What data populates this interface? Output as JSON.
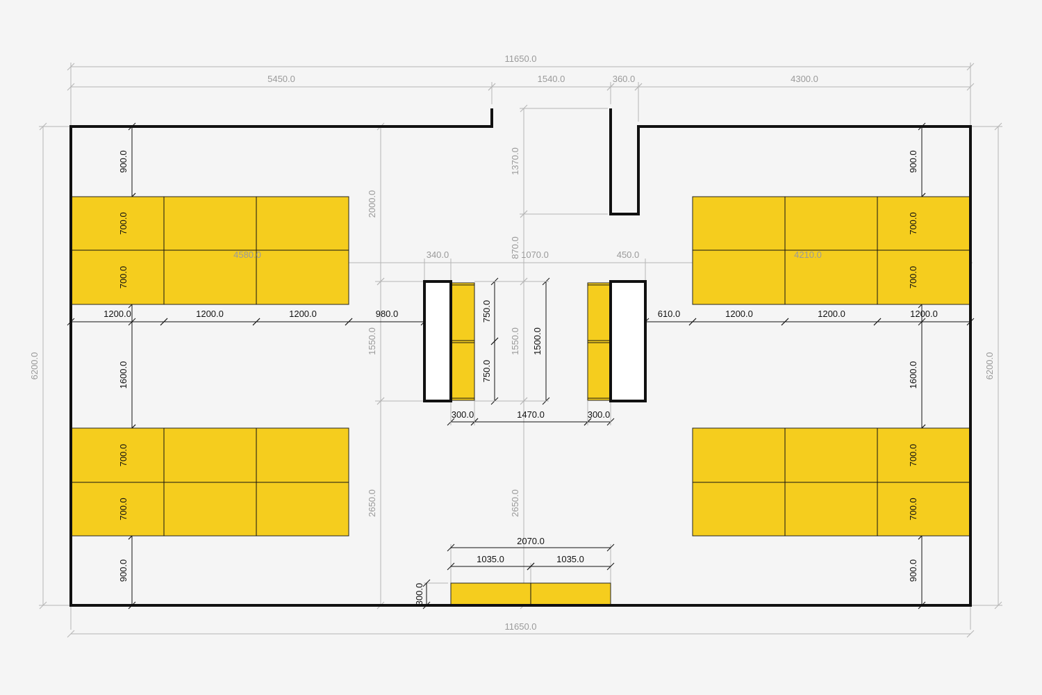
{
  "title": "Floor plan with dimensions",
  "colors": {
    "furniture": "#f5cd1e",
    "wall": "#111111",
    "dimension_gray": "#b5b5b5",
    "background": "#f5f5f5"
  },
  "dims": {
    "overall_width_top": "11650.0",
    "overall_width_bottom": "11650.0",
    "seg_left": "5450.0",
    "seg_door": "1540.0",
    "seg_pillar": "360.0",
    "seg_right": "4300.0",
    "height_left": "6200.0",
    "height_right": "6200.0",
    "mid_v1": "2000.0",
    "mid_v2": "1550.0",
    "mid_v3": "2650.0",
    "ctr_v1": "1370.0",
    "ctr_v2": "870.0",
    "ctr_v3": "1550.0",
    "ctr_v4": "2650.0",
    "row_left": "4580.0",
    "row_340": "340.0",
    "row_1070": "1070.0",
    "row_450": "450.0",
    "row_right": "4210.0",
    "l_900a": "900.0",
    "l_700a": "700.0",
    "l_700b": "700.0",
    "l_1600": "1600.0",
    "l_700c": "700.0",
    "l_700d": "700.0",
    "l_900b": "900.0",
    "r_900a": "900.0",
    "r_700a": "700.0",
    "r_700b": "700.0",
    "r_1600": "1600.0",
    "r_700c": "700.0",
    "r_700d": "700.0",
    "r_900b": "900.0",
    "h_l1": "1200.0",
    "h_l2": "1200.0",
    "h_l3": "1200.0",
    "h_980": "980.0",
    "h_610": "610.0",
    "h_r1": "1200.0",
    "h_r2": "1200.0",
    "h_r3": "1200.0",
    "c_750a": "750.0",
    "c_750b": "750.0",
    "c_1500": "1500.0",
    "c_300a": "300.0",
    "c_1470": "1470.0",
    "c_300b": "300.0",
    "b_2070": "2070.0",
    "b_1035a": "1035.0",
    "b_1035b": "1035.0",
    "b_300": "300.0"
  }
}
